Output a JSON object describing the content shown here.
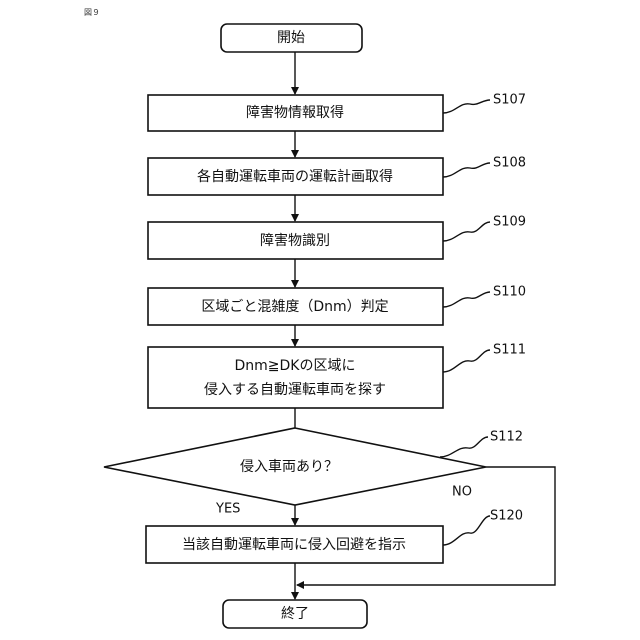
{
  "figure_label": "図９",
  "start": "開始",
  "end": "終了",
  "steps": [
    {
      "id": "S107",
      "lines": [
        "障害物情報取得"
      ]
    },
    {
      "id": "S108",
      "lines": [
        "各自動運転車両の運転計画取得"
      ]
    },
    {
      "id": "S109",
      "lines": [
        "障害物識別"
      ]
    },
    {
      "id": "S110",
      "lines": [
        "区域ごと混雑度（Dnm）判定"
      ]
    },
    {
      "id": "S111",
      "lines": [
        "Dnm≧DKの区域に",
        "侵入する自動運転車両を探す"
      ]
    }
  ],
  "decision": {
    "id": "S112",
    "text": "侵入車両あり？",
    "yes": "YES",
    "no": "NO"
  },
  "action": {
    "id": "S120",
    "text": "当該自動運転車両に侵入回避を指示"
  }
}
